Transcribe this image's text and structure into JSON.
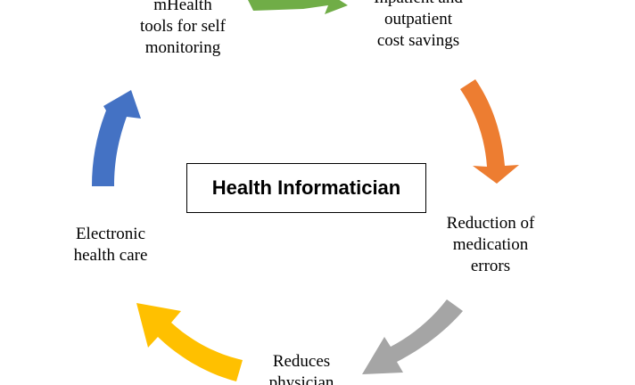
{
  "center": {
    "title": "Health Informatician"
  },
  "nodes": [
    {
      "label": "mHealth\ntools for self\nmonitoring"
    },
    {
      "label": "Inpatient and\noutpatient\ncost savings"
    },
    {
      "label": "Reduction of\nmedication\nerrors"
    },
    {
      "label": "Reduces\nphysician"
    },
    {
      "label": "Electronic\nhealth care"
    }
  ],
  "arrows": [
    {
      "from": "mHealth tools for self monitoring",
      "to": "Inpatient and outpatient cost savings",
      "color": "#70AD47"
    },
    {
      "from": "Inpatient and outpatient cost savings",
      "to": "Reduction of medication errors",
      "color": "#ED7D31"
    },
    {
      "from": "Reduction of medication errors",
      "to": "Reduces physician",
      "color": "#A5A5A5"
    },
    {
      "from": "Reduces physician",
      "to": "Electronic health care",
      "color": "#FFC000"
    },
    {
      "from": "Electronic health care",
      "to": "mHealth tools for self monitoring",
      "color": "#4472C4"
    }
  ]
}
